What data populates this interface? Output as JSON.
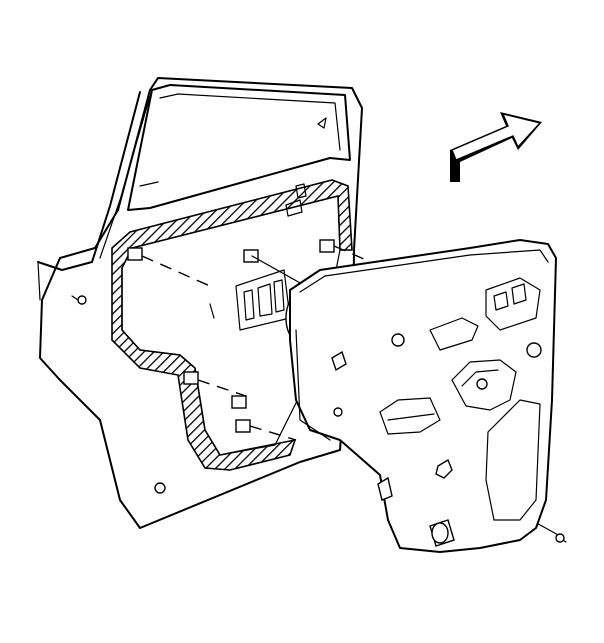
{
  "diagram": {
    "kind": "exploded-view line drawing",
    "subject_parts": [
      "door-frame",
      "window-glass",
      "water-deflector",
      "door-trim-panel",
      "retaining-clips",
      "trim-screws",
      "speaker",
      "door-handle-bezel",
      "armrest-pull-cup",
      "front-direction-arrow"
    ],
    "arrow": {
      "meaning": "front-of-vehicle",
      "color": "#000000"
    },
    "colors": {
      "line": "#000000",
      "background": "#ffffff",
      "hatch": "#000000"
    }
  }
}
